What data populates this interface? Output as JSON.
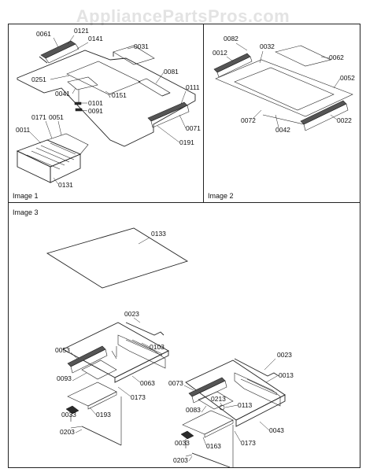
{
  "watermark": "AppliancePartsPros.com",
  "panels": {
    "image1": "Image 1",
    "image2": "Image 2",
    "image3": "Image 3"
  },
  "parts": {
    "p0061": "0061",
    "p0121": "0121",
    "p0141": "0141",
    "p0031": "0031",
    "p0081": "0081",
    "p0251": "0251",
    "p0041": "0041",
    "p0151": "0151",
    "p0101": "0101",
    "p0091": "0091",
    "p0111": "0111",
    "p0171": "0171",
    "p0051": "0051",
    "p0011": "0011",
    "p0071": "0071",
    "p0191": "0191",
    "p0131": "0131",
    "p0082": "0082",
    "p0032": "0032",
    "p0012": "0012",
    "p0062": "0062",
    "p0052": "0052",
    "p0072": "0072",
    "p0042": "0042",
    "p0022": "0022",
    "p0133": "0133",
    "p0023a": "0023",
    "p0103": "0103",
    "p0053": "0053",
    "p0093": "0093",
    "p0063": "0063",
    "p0173a": "0173",
    "p0193": "0193",
    "p0033a": "0033",
    "p0203a": "0203",
    "p0023b": "0023",
    "p0073": "0073",
    "p0013": "0013",
    "p0213": "0213",
    "p0113": "0113",
    "p0083": "0083",
    "p0043": "0043",
    "p0173b": "0173",
    "p0033b": "0033",
    "p0163": "0163",
    "p0203b": "0203"
  }
}
